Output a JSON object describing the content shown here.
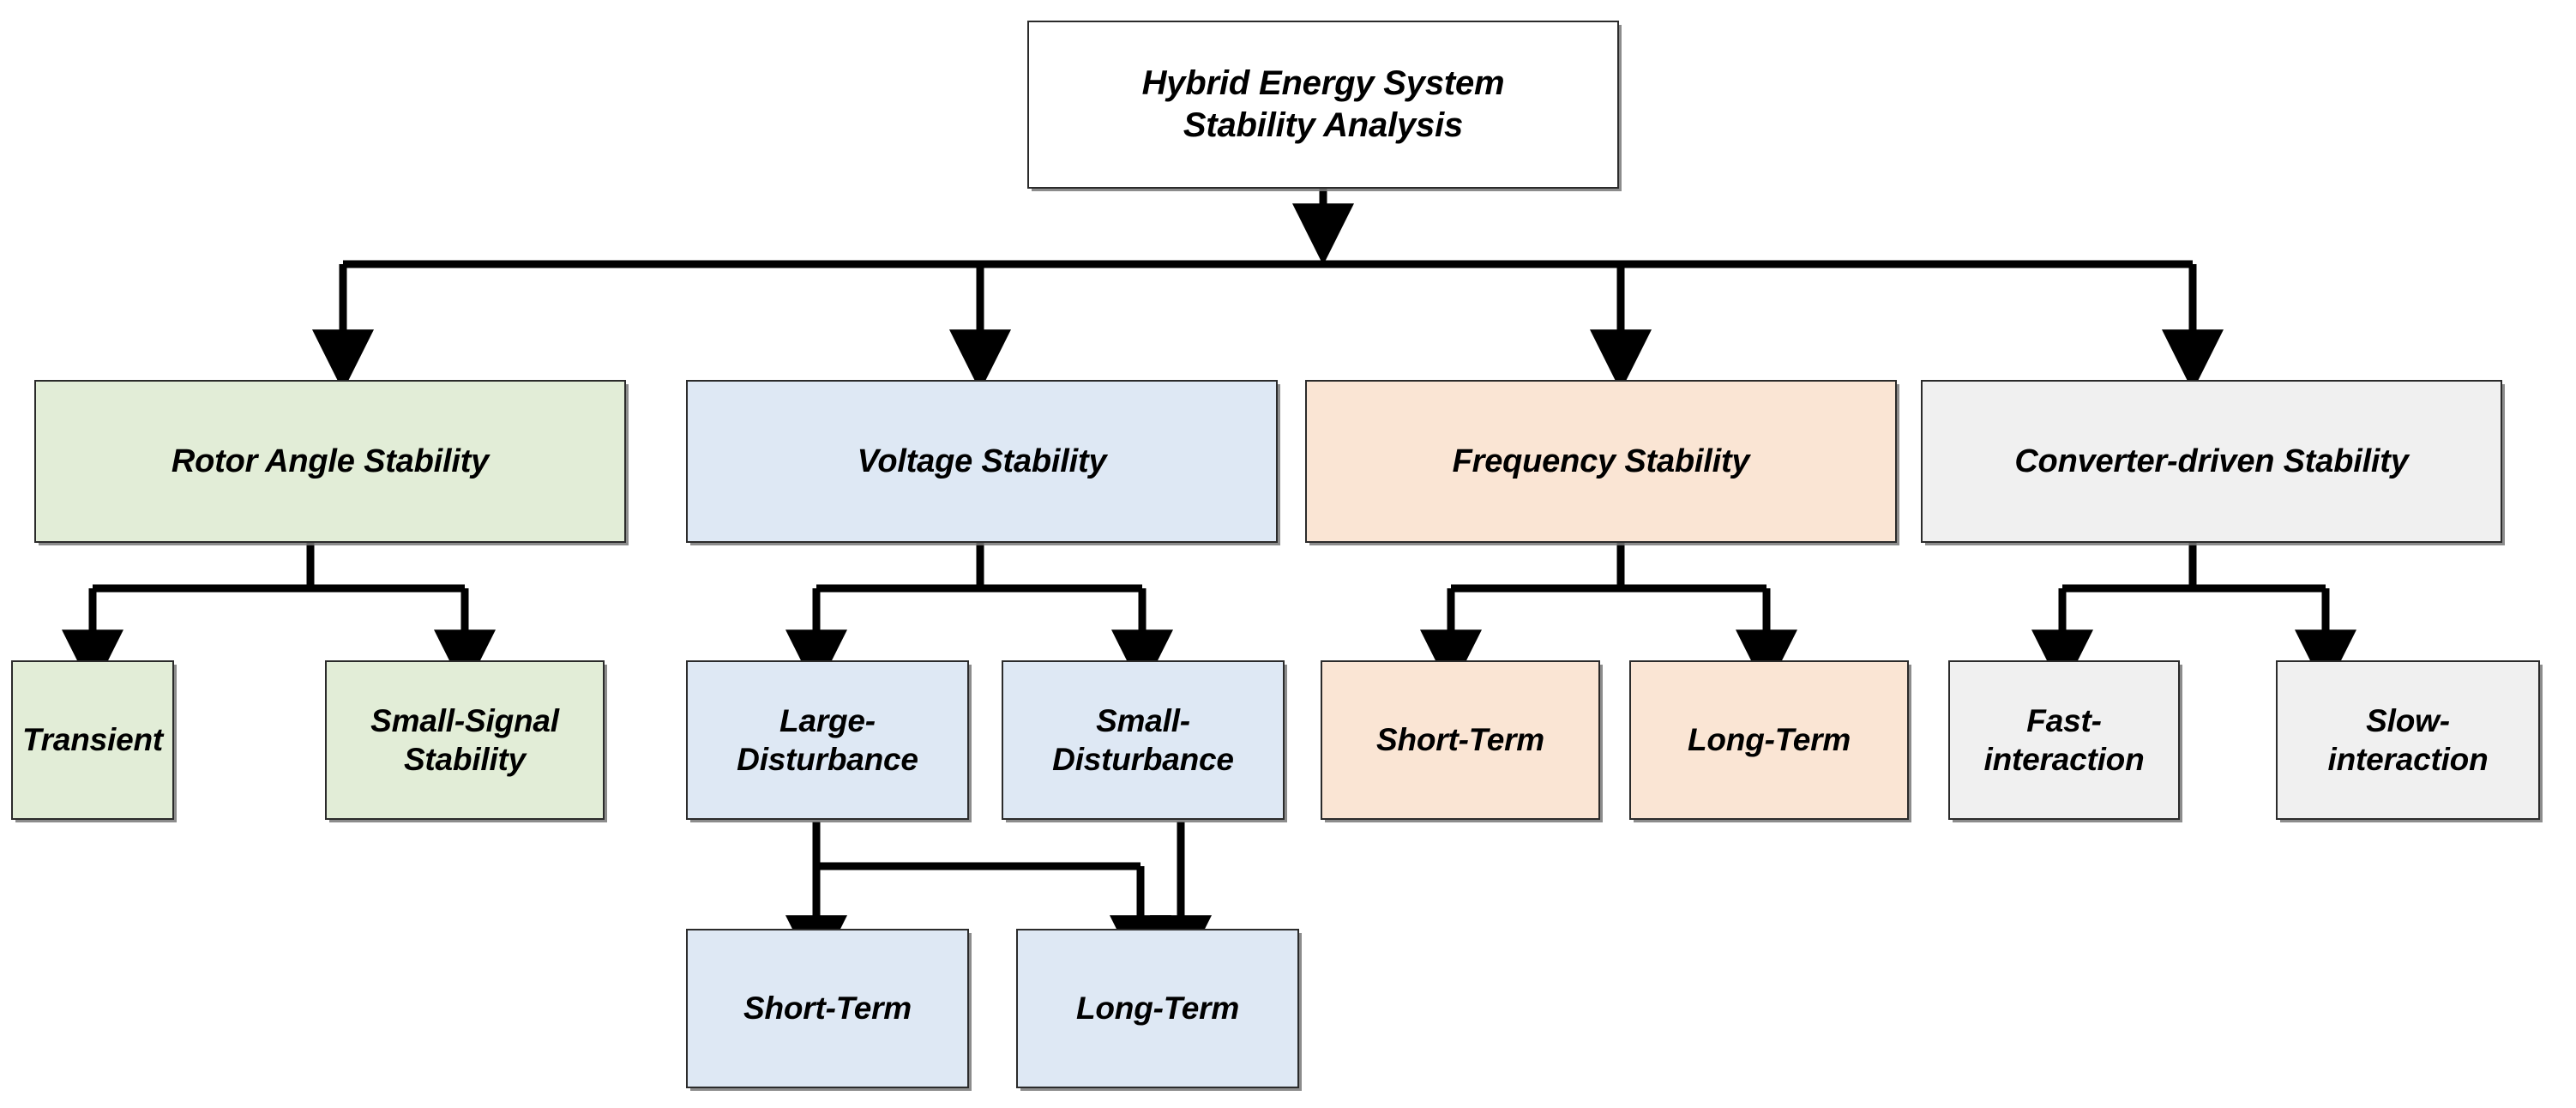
{
  "diagram": {
    "title_text": "Hybrid Energy System\nStability Analysis",
    "palette": {
      "root_fill": "#ffffff",
      "green_fill": "#E2EDD7",
      "blue_fill": "#DEE8F4",
      "orange_fill": "#FAE5D4",
      "gray_fill": "#F0F0F0",
      "border": "#2b2b2b",
      "shadow": "#787878",
      "text": "#000000",
      "background": "#ffffff"
    },
    "nodes": {
      "root": {
        "label": "Hybrid Energy System\nStability Analysis"
      },
      "rotor_angle": {
        "label": "Rotor Angle Stability"
      },
      "voltage": {
        "label": "Voltage Stability"
      },
      "frequency": {
        "label": "Frequency Stability"
      },
      "converter": {
        "label": "Converter-driven Stability"
      },
      "transient": {
        "label": "Transient"
      },
      "small_signal": {
        "label": "Small-Signal\nStability"
      },
      "large_disturbance": {
        "label": "Large-\nDisturbance"
      },
      "small_disturbance": {
        "label": "Small-\nDisturbance"
      },
      "freq_short_term": {
        "label": "Short-Term"
      },
      "freq_long_term": {
        "label": "Long-Term"
      },
      "fast_interaction": {
        "label": "Fast-\ninteraction"
      },
      "slow_interaction": {
        "label": "Slow-\ninteraction"
      },
      "volt_short_term": {
        "label": "Short-Term"
      },
      "volt_long_term": {
        "label": "Long-Term"
      }
    }
  }
}
